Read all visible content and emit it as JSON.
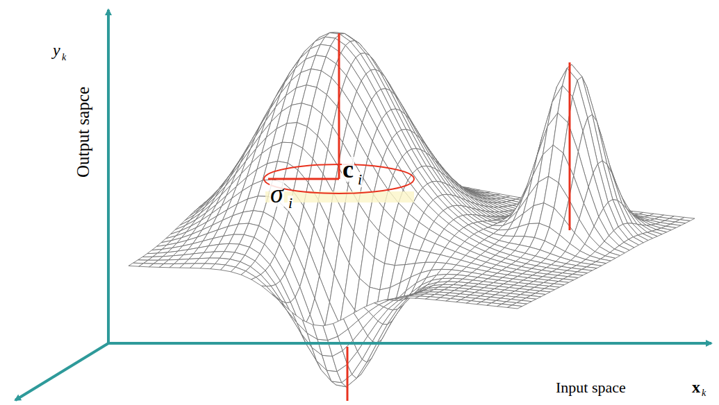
{
  "diagram": {
    "labels": [
      "y",
      "k",
      "Output sapce",
      "σ",
      "i",
      "c",
      "i",
      "Input space",
      "x",
      "k"
    ]
  }
}
